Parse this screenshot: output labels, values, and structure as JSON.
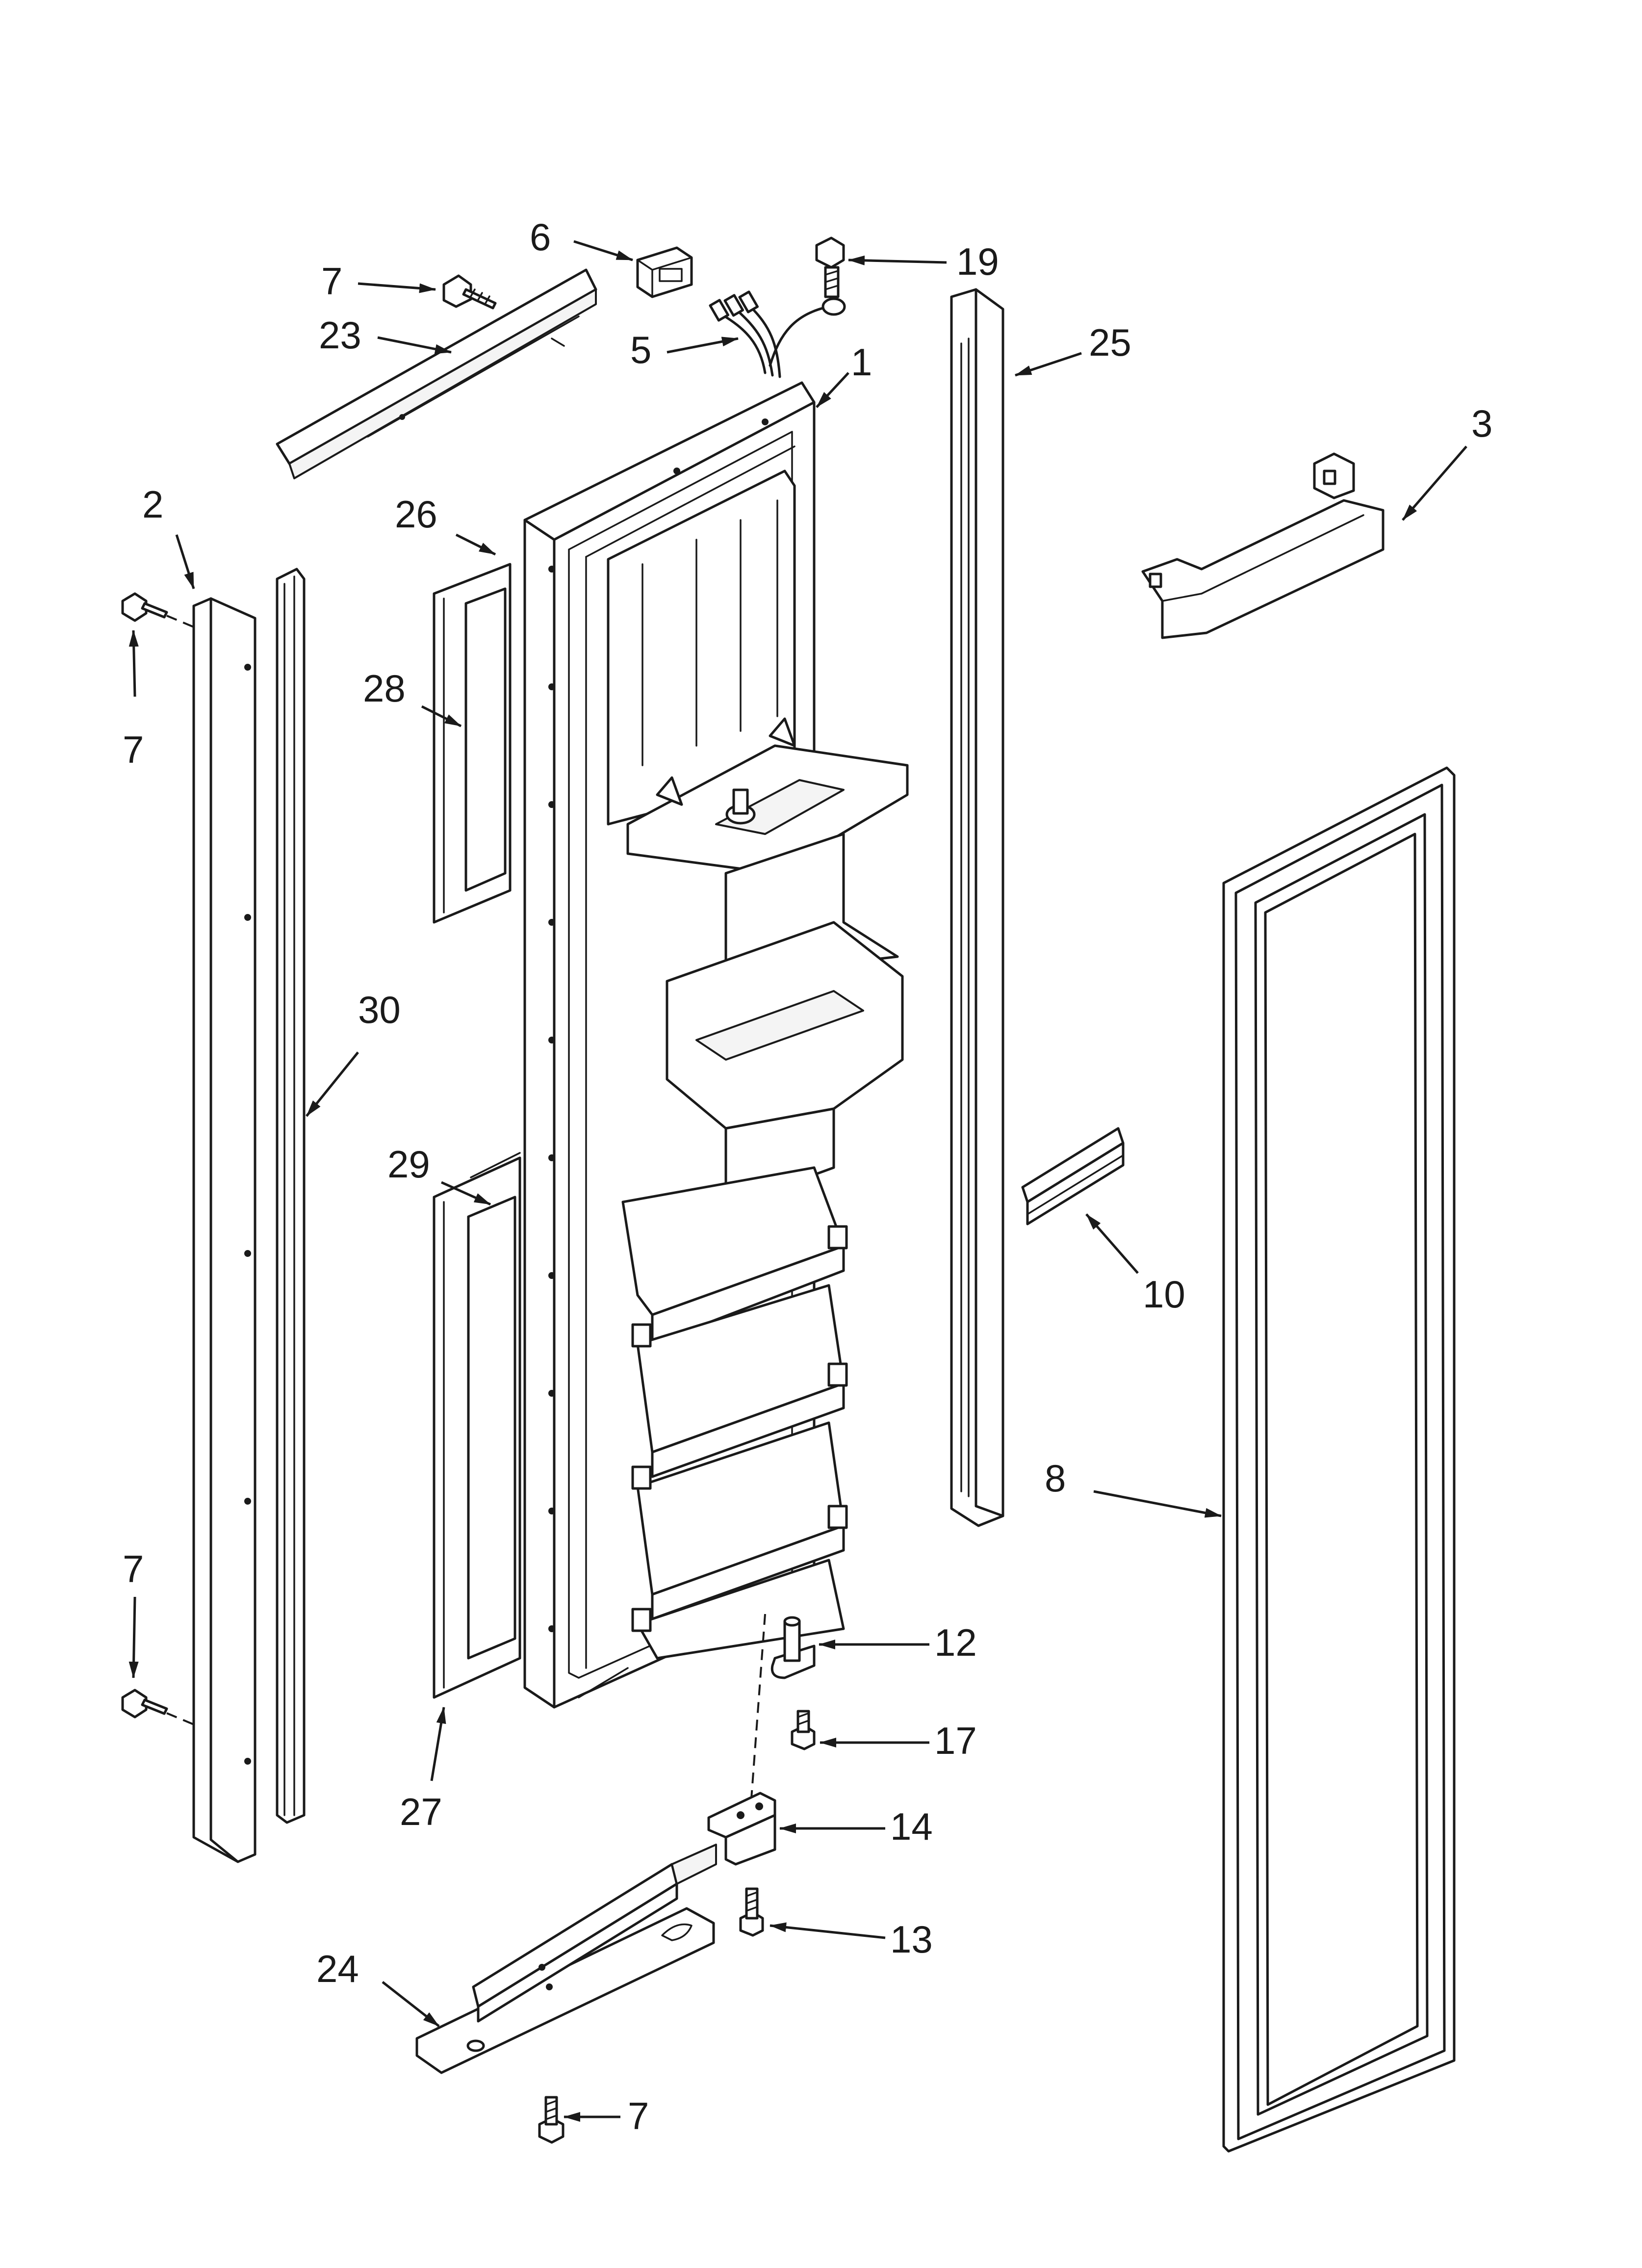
{
  "callouts": [
    {
      "id": "c-6",
      "label": "6"
    },
    {
      "id": "c-19",
      "label": "19"
    },
    {
      "id": "c-7a",
      "label": "7"
    },
    {
      "id": "c-23",
      "label": "23"
    },
    {
      "id": "c-5",
      "label": "5"
    },
    {
      "id": "c-1",
      "label": "1"
    },
    {
      "id": "c-25",
      "label": "25"
    },
    {
      "id": "c-3",
      "label": "3"
    },
    {
      "id": "c-2",
      "label": "2"
    },
    {
      "id": "c-26",
      "label": "26"
    },
    {
      "id": "c-7b",
      "label": "7"
    },
    {
      "id": "c-28",
      "label": "28"
    },
    {
      "id": "c-30",
      "label": "30"
    },
    {
      "id": "c-29",
      "label": "29"
    },
    {
      "id": "c-10",
      "label": "10"
    },
    {
      "id": "c-8",
      "label": "8"
    },
    {
      "id": "c-7c",
      "label": "7"
    },
    {
      "id": "c-12",
      "label": "12"
    },
    {
      "id": "c-17",
      "label": "17"
    },
    {
      "id": "c-27",
      "label": "27"
    },
    {
      "id": "c-14",
      "label": "14"
    },
    {
      "id": "c-13",
      "label": "13"
    },
    {
      "id": "c-24",
      "label": "24"
    },
    {
      "id": "c-7d",
      "label": "7"
    }
  ]
}
